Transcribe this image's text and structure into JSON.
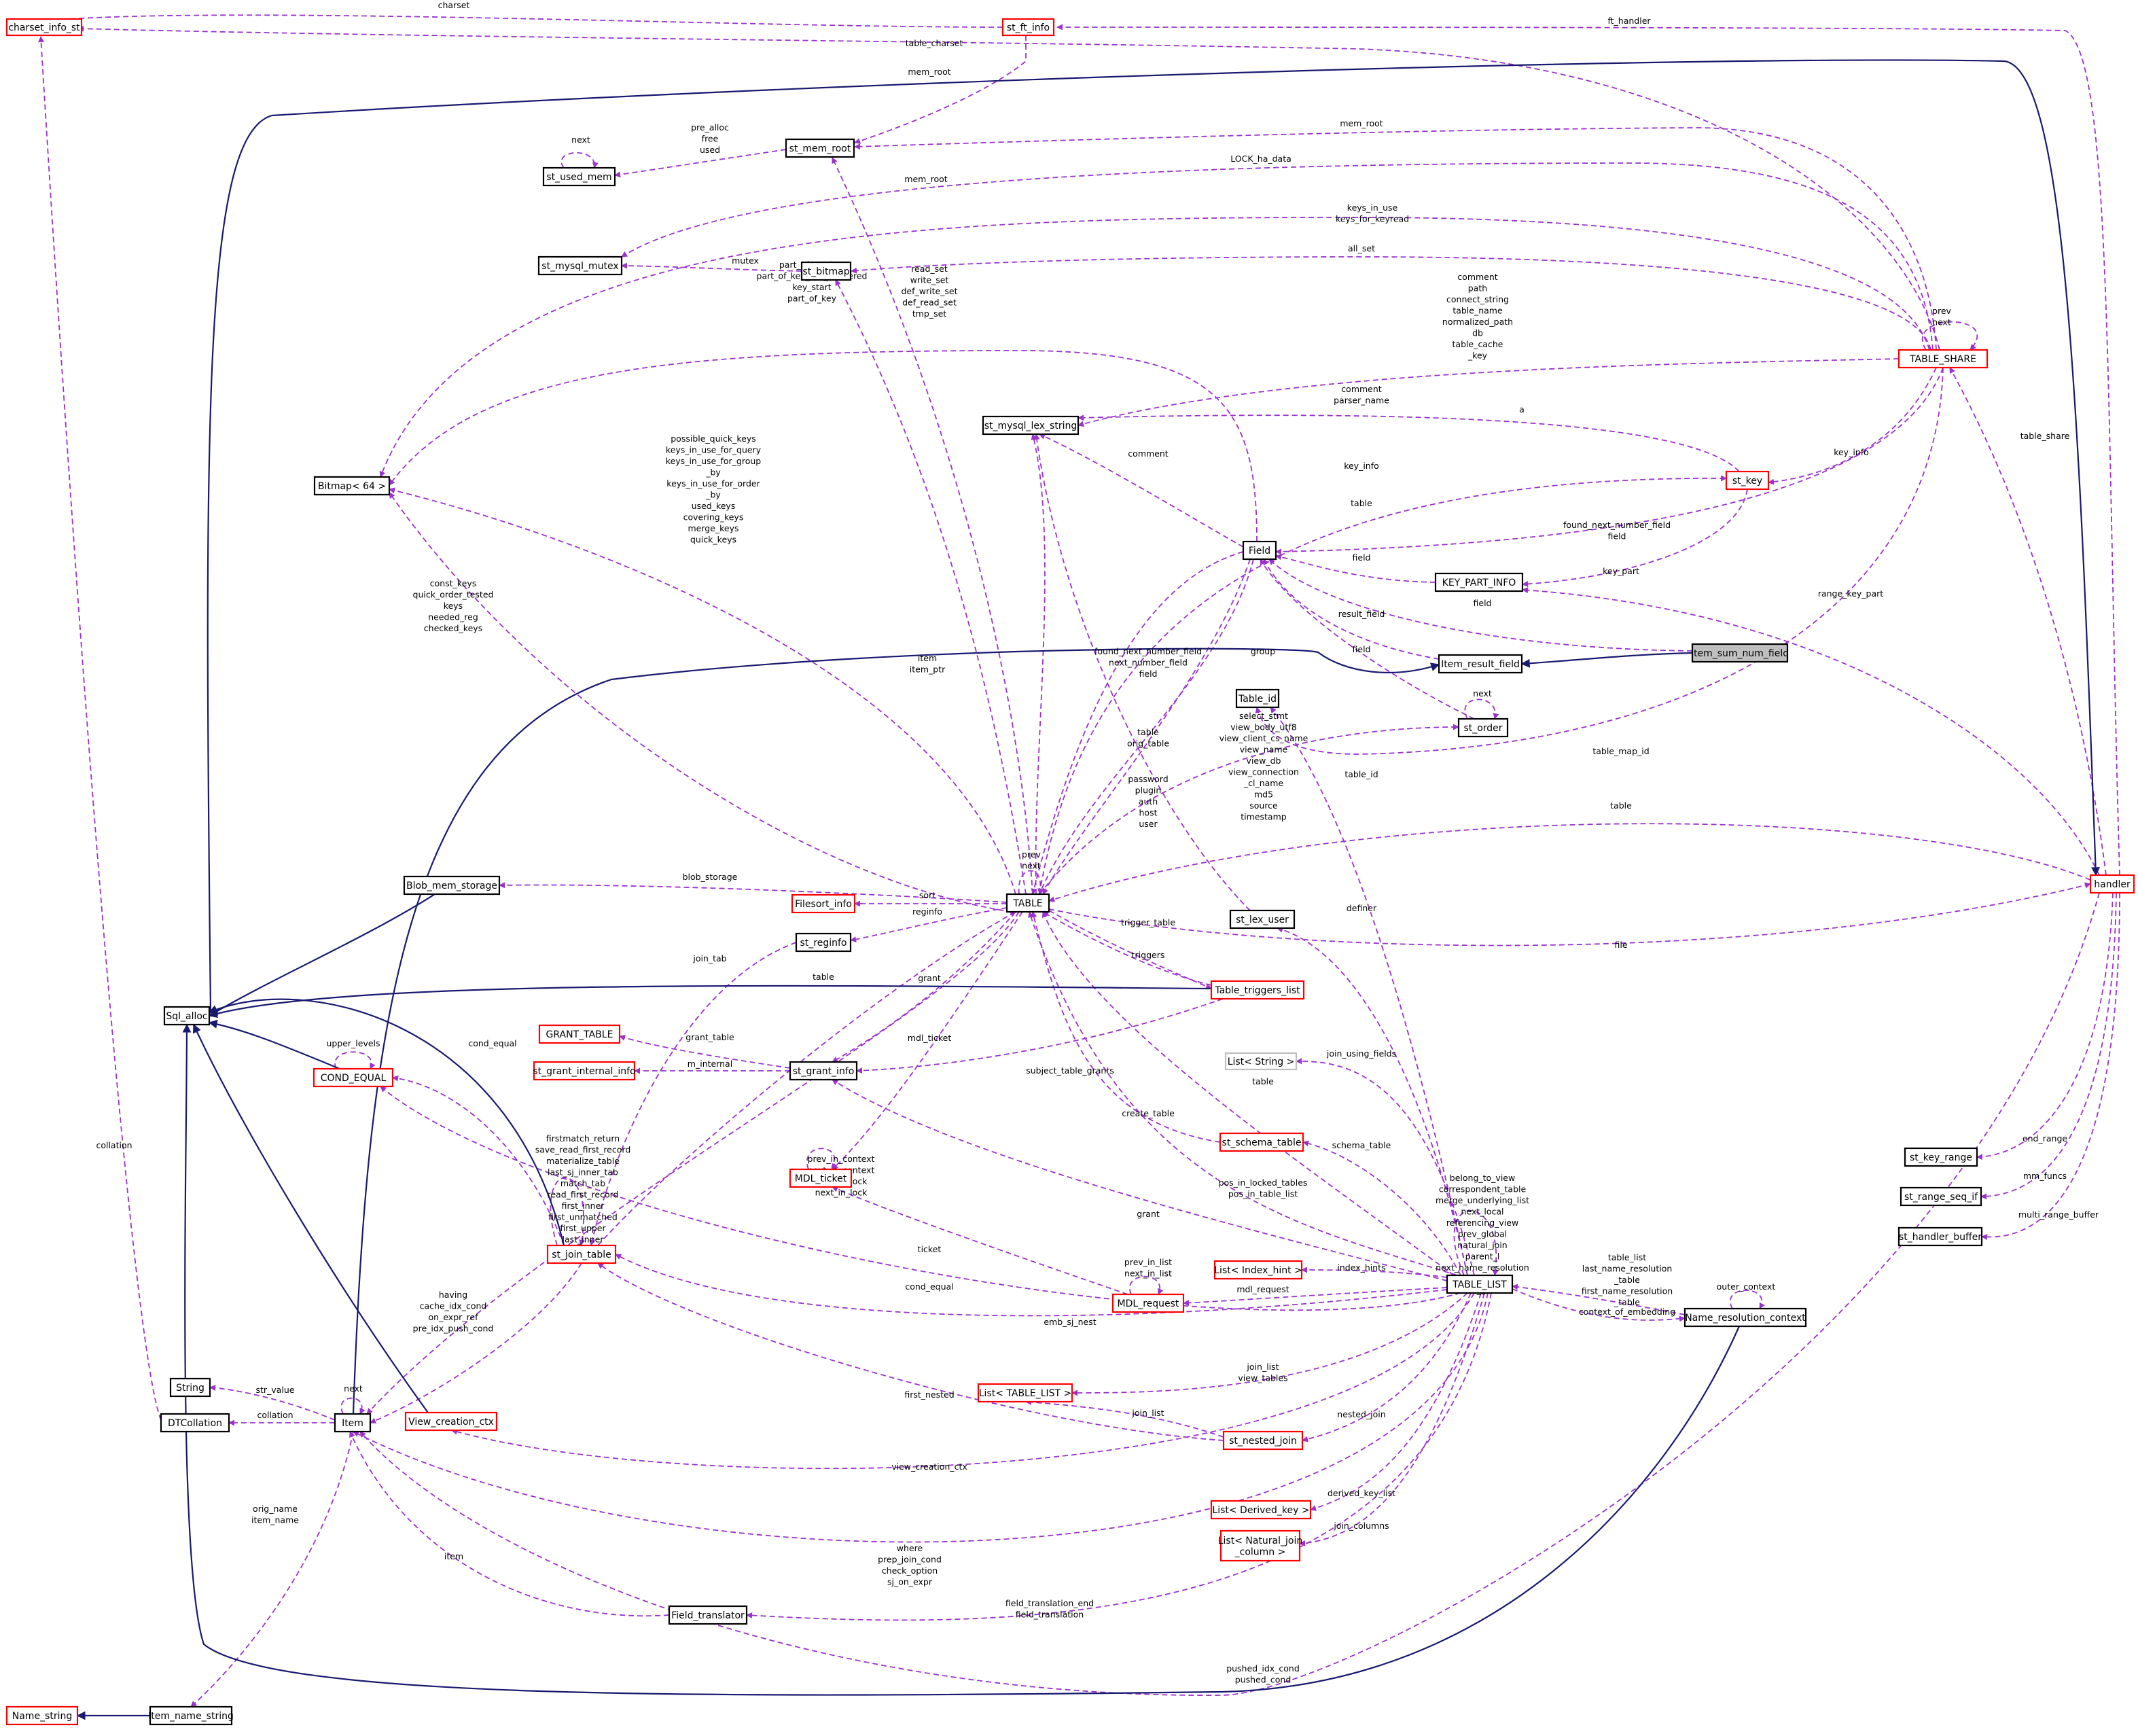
{
  "diagram": {
    "nodes": [
      {
        "id": "charset_info_st",
        "label": "charset_info_st",
        "style": "red"
      },
      {
        "id": "st_ft_info",
        "label": "st_ft_info",
        "style": "red"
      },
      {
        "id": "st_mem_root",
        "label": "st_mem_root",
        "style": "black"
      },
      {
        "id": "st_used_mem",
        "label": "st_used_mem",
        "style": "black"
      },
      {
        "id": "st_mysql_mutex",
        "label": "st_mysql_mutex",
        "style": "black"
      },
      {
        "id": "st_bitmap",
        "label": "st_bitmap",
        "style": "black"
      },
      {
        "id": "TABLE_SHARE",
        "label": "TABLE_SHARE",
        "style": "red"
      },
      {
        "id": "st_mysql_lex_string",
        "label": "st_mysql_lex_string",
        "style": "black"
      },
      {
        "id": "Bitmap64",
        "label": "Bitmap< 64 >",
        "style": "black"
      },
      {
        "id": "st_key",
        "label": "st_key",
        "style": "red"
      },
      {
        "id": "Field",
        "label": "Field",
        "style": "black"
      },
      {
        "id": "KEY_PART_INFO",
        "label": "KEY_PART_INFO",
        "style": "black"
      },
      {
        "id": "Item_sum_num_field",
        "label": "Item_sum_num_field",
        "style": "focus"
      },
      {
        "id": "Item_result_field",
        "label": "Item_result_field",
        "style": "black"
      },
      {
        "id": "Table_id",
        "label": "Table_id",
        "style": "black"
      },
      {
        "id": "st_order",
        "label": "st_order",
        "style": "black"
      },
      {
        "id": "Blob_mem_storage",
        "label": "Blob_mem_storage",
        "style": "black"
      },
      {
        "id": "Filesort_info",
        "label": "Filesort_info",
        "style": "red"
      },
      {
        "id": "TABLE",
        "label": "TABLE",
        "style": "black"
      },
      {
        "id": "handler",
        "label": "handler",
        "style": "red"
      },
      {
        "id": "st_reginfo",
        "label": "st_reginfo",
        "style": "black"
      },
      {
        "id": "st_lex_user",
        "label": "st_lex_user",
        "style": "black"
      },
      {
        "id": "Sql_alloc",
        "label": "Sql_alloc",
        "style": "black"
      },
      {
        "id": "Table_triggers_list",
        "label": "Table_triggers_list",
        "style": "red"
      },
      {
        "id": "GRANT_TABLE",
        "label": "GRANT_TABLE",
        "style": "red"
      },
      {
        "id": "COND_EQUAL",
        "label": "COND_EQUAL",
        "style": "red"
      },
      {
        "id": "st_grant_internal_info",
        "label": "st_grant_internal_info",
        "style": "red"
      },
      {
        "id": "st_grant_info",
        "label": "st_grant_info",
        "style": "black"
      },
      {
        "id": "List_String",
        "label": "List< String >",
        "style": "gray"
      },
      {
        "id": "st_schema_table",
        "label": "st_schema_table",
        "style": "red"
      },
      {
        "id": "st_key_range",
        "label": "st_key_range",
        "style": "black"
      },
      {
        "id": "MDL_ticket",
        "label": "MDL_ticket",
        "style": "red"
      },
      {
        "id": "st_range_seq_if",
        "label": "st_range_seq_if",
        "style": "black"
      },
      {
        "id": "st_handler_buffer",
        "label": "st_handler_buffer",
        "style": "black"
      },
      {
        "id": "st_join_table",
        "label": "st_join_table",
        "style": "red"
      },
      {
        "id": "List_Index_hint",
        "label": "List< Index_hint >",
        "style": "red"
      },
      {
        "id": "TABLE_LIST",
        "label": "TABLE_LIST",
        "style": "black"
      },
      {
        "id": "MDL_request",
        "label": "MDL_request",
        "style": "red"
      },
      {
        "id": "Name_resolution_context",
        "label": "Name_resolution_context",
        "style": "black"
      },
      {
        "id": "List_TABLE_LIST",
        "label": "List< TABLE_LIST >",
        "style": "red"
      },
      {
        "id": "String",
        "label": "String",
        "style": "black"
      },
      {
        "id": "DTCollation",
        "label": "DTCollation",
        "style": "black"
      },
      {
        "id": "Item",
        "label": "Item",
        "style": "black"
      },
      {
        "id": "View_creation_ctx",
        "label": "View_creation_ctx",
        "style": "red"
      },
      {
        "id": "st_nested_join",
        "label": "st_nested_join",
        "style": "red"
      },
      {
        "id": "List_Derived_key",
        "label": "List< Derived_key >",
        "style": "red"
      },
      {
        "id": "List_Natural_join",
        "label": "List< Natural_join\n_column >",
        "style": "red"
      },
      {
        "id": "Field_translator",
        "label": "Field_translator",
        "style": "black"
      },
      {
        "id": "Name_string",
        "label": "Name_string",
        "style": "red"
      },
      {
        "id": "Item_name_string",
        "label": "Item_name_string",
        "style": "black"
      }
    ],
    "edge_labels": [
      {
        "id": "l_charset",
        "text": "charset"
      },
      {
        "id": "l_ft_handler",
        "text": "ft_handler"
      },
      {
        "id": "l_table_charset",
        "text": "table_charset"
      },
      {
        "id": "l_ftinfo_memroot",
        "text": "mem_root"
      },
      {
        "id": "l_prealloc",
        "text": "pre_alloc\nfree\nused"
      },
      {
        "id": "l_next_used",
        "text": "next"
      },
      {
        "id": "l_share_memroot",
        "text": "mem_root"
      },
      {
        "id": "l_lock_ha",
        "text": "LOCK_ha_data"
      },
      {
        "id": "l_table_memroot",
        "text": "mem_root"
      },
      {
        "id": "l_keys_in_use",
        "text": "keys_in_use\nkeys_for_keyread"
      },
      {
        "id": "l_mutex",
        "text": "mutex"
      },
      {
        "id": "l_all_set",
        "text": "all_set"
      },
      {
        "id": "l_readset",
        "text": "read_set\nwrite_set\ndef_write_set\ndef_read_set\ntmp_set"
      },
      {
        "id": "l_sortkey",
        "text": "part_of_sortkey\npart_of_key_not_clustered\nkey_start\npart_of_key"
      },
      {
        "id": "l_share_strings",
        "text": "comment\npath\nconnect_string\ntable_name\nnormalized_path\ndb\ntable_cache\n_key"
      },
      {
        "id": "l_prev_next_share",
        "text": "prev\nnext"
      },
      {
        "id": "l_comment_parser",
        "text": "comment\nparser_name"
      },
      {
        "id": "l_a",
        "text": "a"
      },
      {
        "id": "l_table_share",
        "text": "table_share"
      },
      {
        "id": "l_possible_keys",
        "text": "possible_quick_keys\nkeys_in_use_for_query\nkeys_in_use_for_group\n_by\nkeys_in_use_for_order\n_by\nused_keys\ncovering_keys\nmerge_keys\nquick_keys"
      },
      {
        "id": "l_field_comment",
        "text": "comment"
      },
      {
        "id": "l_key_info_table",
        "text": "key_info"
      },
      {
        "id": "l_key_info_share",
        "text": "key_info"
      },
      {
        "id": "l_field_table",
        "text": "table"
      },
      {
        "id": "l_found_next",
        "text": "found_next_number_field\nfield"
      },
      {
        "id": "l_kpi_field",
        "text": "field"
      },
      {
        "id": "l_key_part",
        "text": "key_part"
      },
      {
        "id": "l_const_keys",
        "text": "const_keys\nquick_order_tested\nkeys\nneeded_reg\nchecked_keys"
      },
      {
        "id": "l_isnf_field",
        "text": "field"
      },
      {
        "id": "l_range_key_part",
        "text": "range_key_part"
      },
      {
        "id": "l_result_field",
        "text": "result_field"
      },
      {
        "id": "l_item_ptr",
        "text": "item\nitem_ptr"
      },
      {
        "id": "l_table_fields",
        "text": "found_next_number_field\nnext_number_field\nfield"
      },
      {
        "id": "l_group",
        "text": "group"
      },
      {
        "id": "l_order_field",
        "text": "field"
      },
      {
        "id": "l_order_next",
        "text": "next"
      },
      {
        "id": "l_table_map_id",
        "text": "table_map_id"
      },
      {
        "id": "l_view_strings",
        "text": "select_stmt\nview_body_utf8\nview_client_cs_name\nview_name\nview_db\nview_connection\n_cl_name\nmd5\nsource\ntimestamp"
      },
      {
        "id": "l_table_orig",
        "text": "table\norig_table"
      },
      {
        "id": "l_user_strings",
        "text": "password\nplugin\nauth\nhost\nuser"
      },
      {
        "id": "l_table_id",
        "text": "table_id"
      },
      {
        "id": "l_handler_table",
        "text": "table"
      },
      {
        "id": "l_prev_next_table",
        "text": "prev\nnext"
      },
      {
        "id": "l_blob_storage",
        "text": "blob_storage"
      },
      {
        "id": "l_sort",
        "text": "sort"
      },
      {
        "id": "l_reginfo",
        "text": "reginfo"
      },
      {
        "id": "l_definer",
        "text": "definer"
      },
      {
        "id": "l_file",
        "text": "file"
      },
      {
        "id": "l_trigger_table",
        "text": "trigger_table"
      },
      {
        "id": "l_join_tab",
        "text": "join_tab"
      },
      {
        "id": "l_triggers",
        "text": "triggers"
      },
      {
        "id": "l_jt_table",
        "text": "table"
      },
      {
        "id": "l_grant",
        "text": "grant"
      },
      {
        "id": "l_upper_levels",
        "text": "upper_levels"
      },
      {
        "id": "l_cond_equal",
        "text": "cond_equal"
      },
      {
        "id": "l_grant_table",
        "text": "grant_table"
      },
      {
        "id": "l_mdl_ticket",
        "text": "mdl_ticket"
      },
      {
        "id": "l_m_internal",
        "text": "m_internal"
      },
      {
        "id": "l_subject_grants",
        "text": "subject_table_grants"
      },
      {
        "id": "l_join_using",
        "text": "join_using_fields"
      },
      {
        "id": "l_tl_table",
        "text": "table"
      },
      {
        "id": "l_firstmatch",
        "text": "firstmatch_return\nsave_read_first_record\nmaterialize_table\nlast_sj_inner_tab\nmatch_tab\nread_first_record\nfirst_inner\nfirst_unmatched\nfirst_upper\nlast_inner"
      },
      {
        "id": "l_collation",
        "text": "collation"
      },
      {
        "id": "l_create_table",
        "text": "create_table"
      },
      {
        "id": "l_schema_table",
        "text": "schema_table"
      },
      {
        "id": "l_tl_self",
        "text": "belong_to_view\ncorrespondent_table\nmerge_underlying_list\nnext_local\nreferencing_view\nprev_global\nnatural_join\nparent_l\nnext_name_resolution\n_table\nnext_global"
      },
      {
        "id": "l_end_range",
        "text": "end_range"
      },
      {
        "id": "l_mdl_links",
        "text": "prev_in_context\nnext_in_context\nprev_in_lock\nnext_in_lock"
      },
      {
        "id": "l_pos_locked",
        "text": "pos_in_locked_tables\npos_in_table_list"
      },
      {
        "id": "l_mm_funcs",
        "text": "mm_funcs"
      },
      {
        "id": "l_tl_grant",
        "text": "grant"
      },
      {
        "id": "l_multi_range",
        "text": "multi_range_buffer"
      },
      {
        "id": "l_ticket",
        "text": "ticket"
      },
      {
        "id": "l_prev_in_list",
        "text": "prev_in_list\nnext_in_list"
      },
      {
        "id": "l_table_list",
        "text": "table_list\nlast_name_resolution\n_table\nfirst_name_resolution\n_table"
      },
      {
        "id": "l_index_hints",
        "text": "index_hints"
      },
      {
        "id": "l_outer_context",
        "text": "outer_context"
      },
      {
        "id": "l_having",
        "text": "having\ncache_idx_cond\non_expr_ref\npre_idx_push_cond"
      },
      {
        "id": "l_cond_equal2",
        "text": "cond_equal"
      },
      {
        "id": "l_mdl_request",
        "text": "mdl_request"
      },
      {
        "id": "l_ctx_embedding",
        "text": "context_of_embedding"
      },
      {
        "id": "l_emb_sj",
        "text": "emb_sj_nest"
      },
      {
        "id": "l_join_list",
        "text": "join_list\nview_tables"
      },
      {
        "id": "l_item_next",
        "text": "next"
      },
      {
        "id": "l_str_value",
        "text": "str_value"
      },
      {
        "id": "l_first_nested",
        "text": "first_nested"
      },
      {
        "id": "l_join_list2",
        "text": "join_list"
      },
      {
        "id": "l_nested_join",
        "text": "nested_join"
      },
      {
        "id": "l_item_collation",
        "text": "collation"
      },
      {
        "id": "l_view_ctx",
        "text": "view_creation_ctx"
      },
      {
        "id": "l_orig_name",
        "text": "orig_name\nitem_name"
      },
      {
        "id": "l_derived_key",
        "text": "derived_key_list"
      },
      {
        "id": "l_join_columns",
        "text": "join_columns"
      },
      {
        "id": "l_where",
        "text": "where\nprep_join_cond\ncheck_option\nsj_on_expr"
      },
      {
        "id": "l_ft_item",
        "text": "item"
      },
      {
        "id": "l_field_translation",
        "text": "field_translation_end\nfield_translation"
      },
      {
        "id": "l_pushed",
        "text": "pushed_idx_cond\npushed_cond"
      }
    ]
  }
}
